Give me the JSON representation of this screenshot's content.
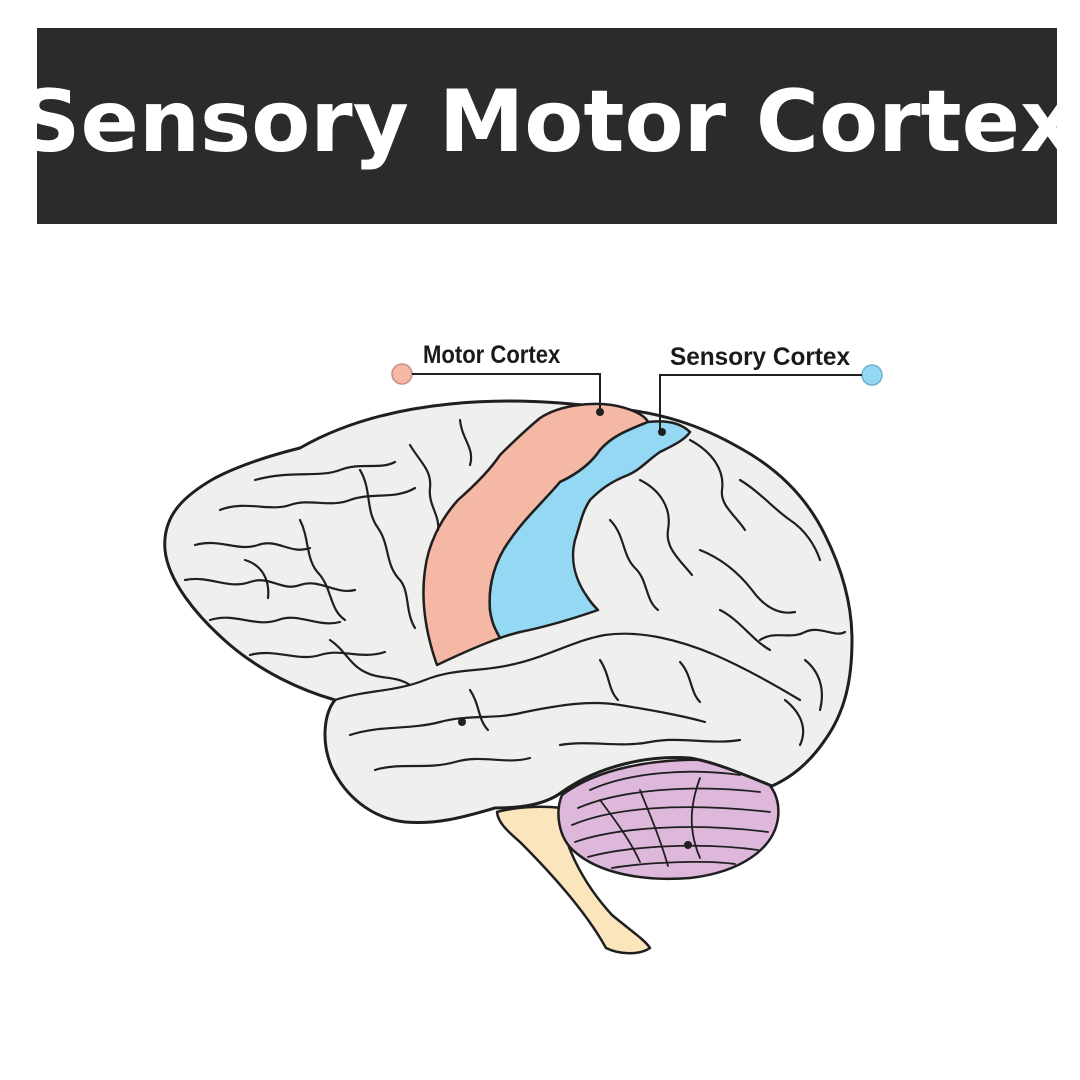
{
  "title": "Sensory Motor Cortex",
  "labels": {
    "motor_cortex": "Motor Cortex",
    "sensory_cortex": "Sensory Cortex"
  },
  "colors": {
    "title_background": "#2b2b2b",
    "title_text": "#ffffff",
    "cortex_gray": "#efefed",
    "motor_cortex": "#f5b8a4",
    "sensory_cortex": "#94d8f3",
    "cerebellum": "#ddb8db",
    "brainstem": "#fbe5bd",
    "outline": "#1f1f1f"
  }
}
